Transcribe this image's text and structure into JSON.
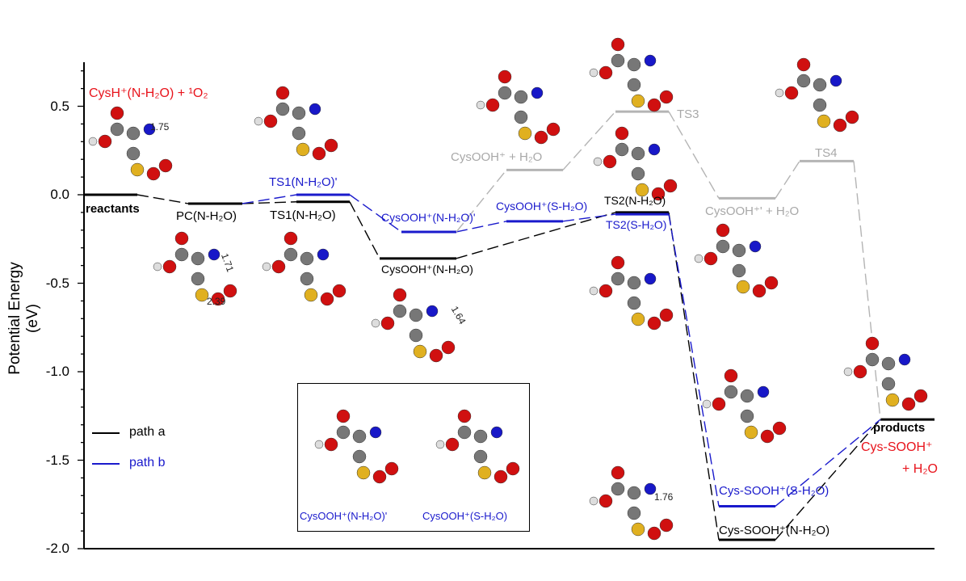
{
  "chart_data": {
    "type": "energy-level-diagram",
    "ylabel": "Potential Energy (eV)",
    "ylim": [
      -2.0,
      0.75
    ],
    "yticks": [
      "0.5",
      "0.0",
      "-0.5",
      "-1.0",
      "-1.5",
      "-2.0"
    ],
    "legend": {
      "placement": "bottom-left",
      "entries": [
        {
          "name": "path a",
          "color": "#000000"
        },
        {
          "name": "path b",
          "color": "#1a1acc"
        }
      ]
    },
    "colors": {
      "path_a": "#000000",
      "path_b": "#1a1acc",
      "path_c": "#b4b4b4",
      "highlight": "#e8141c"
    },
    "series": [
      {
        "name": "path a",
        "points": [
          {
            "id": "reactants",
            "slot": 0,
            "energy": 0.0,
            "label": "reactants"
          },
          {
            "id": "pc",
            "slot": 1,
            "energy": -0.05,
            "label": "PC(N-H₂O)"
          },
          {
            "id": "ts1",
            "slot": 2,
            "energy": -0.04,
            "label": "TS1(N-H₂O)"
          },
          {
            "id": "cysooh_n",
            "slot": 3,
            "energy": -0.36,
            "label": "CysOOH⁺(N-H₂O)"
          },
          {
            "id": "ts2_n",
            "slot": 5,
            "energy": -0.1,
            "label": "TS2(N-H₂O)"
          },
          {
            "id": "sooh_n",
            "slot": 6,
            "energy": -1.95,
            "label": "Cys-SOOH⁺(N-H₂O)"
          },
          {
            "id": "products",
            "slot": 8,
            "energy": -1.27,
            "label": "products"
          }
        ]
      },
      {
        "name": "path b",
        "points": [
          {
            "id": "pc",
            "slot": 1,
            "energy": -0.05,
            "shared": true
          },
          {
            "id": "ts1p",
            "slot": 2,
            "energy": 0.0,
            "label": "TS1(N-H₂O)'"
          },
          {
            "id": "cysooh_np",
            "slot": 3.3,
            "energy": -0.21,
            "label": "CysOOH⁺(N-H₂O)'"
          },
          {
            "id": "cysooh_s",
            "slot": 4,
            "energy": -0.15,
            "label": "CysOOH⁺(S-H₂O)"
          },
          {
            "id": "ts2_s",
            "slot": 5,
            "energy": -0.11,
            "label": "TS2(S-H₂O)"
          },
          {
            "id": "sooh_s",
            "slot": 6,
            "energy": -1.76,
            "label": "Cys-SOOH⁺(S-H₂O)"
          },
          {
            "id": "products",
            "slot": 8,
            "energy": -1.27,
            "shared": true
          }
        ]
      },
      {
        "points": [
          {
            "id": "cysooh_np",
            "slot": 3.3,
            "energy": -0.21,
            "shared": true
          },
          {
            "id": "cysooh_h2o",
            "slot": 4,
            "energy": 0.14,
            "label": "CysOOH⁺ + H₂O"
          },
          {
            "id": "ts3",
            "slot": 5,
            "energy": 0.47,
            "label": "TS3"
          },
          {
            "id": "cysooh_p_h2o",
            "slot": 6,
            "energy": -0.02,
            "label": "CysOOH⁺' + H₂O"
          },
          {
            "id": "ts4",
            "slot": 7,
            "energy": 0.19,
            "label": "TS4"
          },
          {
            "id": "products",
            "slot": 8,
            "energy": -1.27,
            "shared": true
          }
        ]
      }
    ],
    "annotations": {
      "reactant_species": "CysH⁺(N-H₂O) + ¹O₂",
      "product_species_1": "Cys-SOOH⁺",
      "product_species_2": "+ H₂O",
      "bond_distances": [
        "1.75",
        "1.71",
        "2.39",
        "1.64",
        "1.76"
      ],
      "inset_labels": [
        "CysOOH⁺(N-H₂O)'",
        "CysOOH⁺(S-H₂O)"
      ]
    }
  }
}
